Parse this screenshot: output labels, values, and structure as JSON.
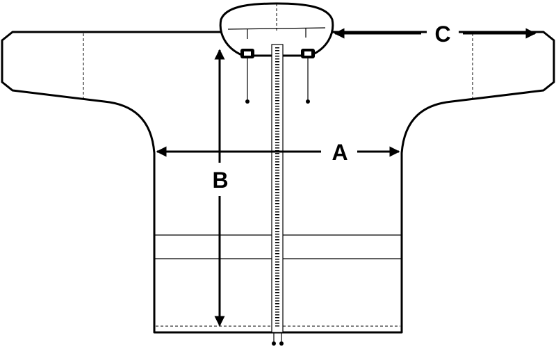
{
  "diagram": {
    "subject": "hooded-zip-jacket-flat-sketch",
    "labels": {
      "a": "A",
      "b": "B",
      "c": "C"
    },
    "colors": {
      "line": "#000000",
      "background": "#ffffff"
    }
  }
}
